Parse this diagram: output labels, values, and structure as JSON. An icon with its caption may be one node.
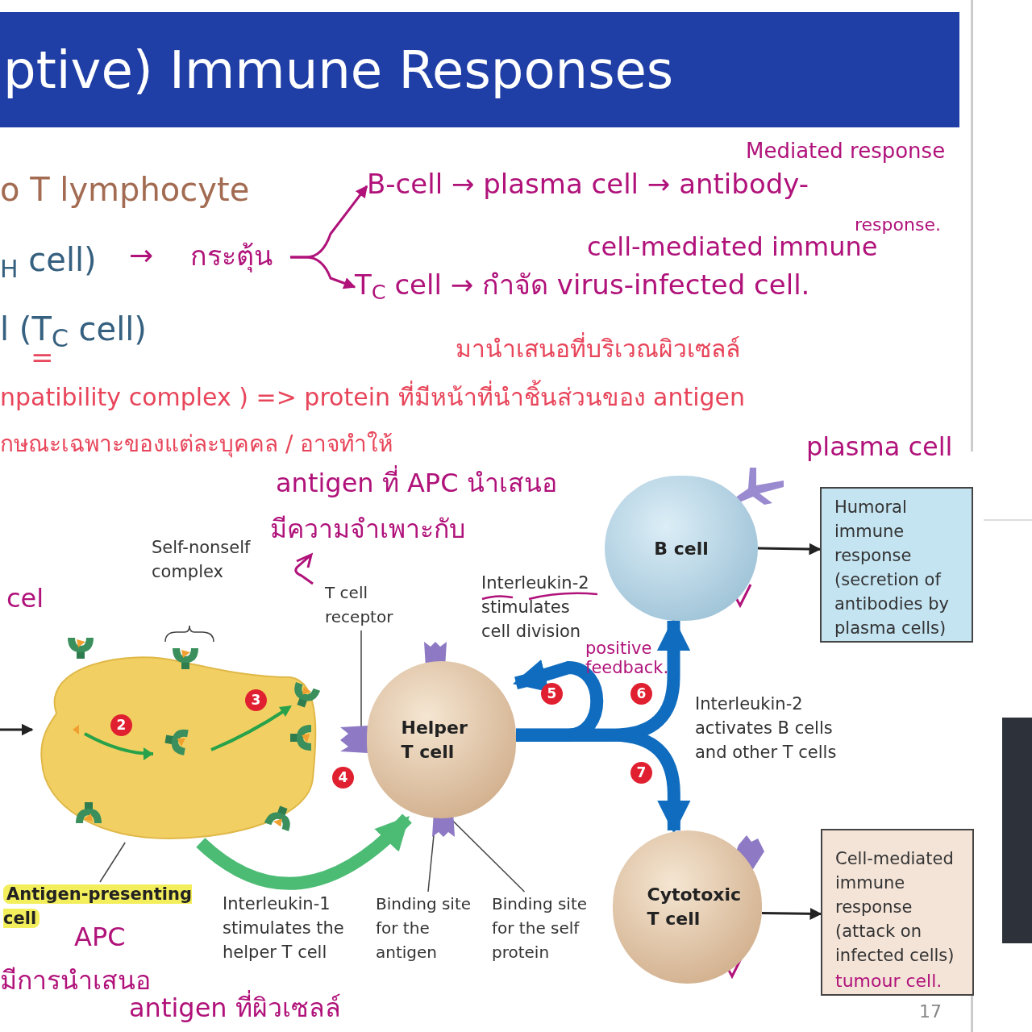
{
  "diagram": {
    "title": "ptive) Immune Responses",
    "nodes": [
      {
        "text": [],
        "shape": "picture"
      },
      {
        "text": [
          "Helper T cell"
        ]
      },
      {
        "text": [
          "B cell"
        ]
      },
      {
        "text": [
          "Humoral immune response (secretion of antibodies by plasma cells)"
        ]
      },
      {
        "text": [
          "Cytotoxic T cell"
        ]
      },
      {
        "text": [
          "Cell-mediated immune response (attack on infected cells)"
        ]
      },
      {
        "text": [
          "Antigen-presenting cell"
        ]
      },
      {
        "text": [
          "T cell receptor"
        ]
      },
      {
        "text": [
          "Binding site for the antigen"
        ]
      },
      {
        "text": [
          "Binding site for the self protein"
        ]
      },
      {
        "text": [
          "กระตุ้น"
        ]
      },
      {
        "text": [
          "B-cell → plasma cell → antibody-"
        ]
      },
      {
        "text": [
          "T$_{C}$ cell → กำจัด virus-infected cell."
        ]
      }
    ],
    "edges": [
      {
        "from": null,
        "to": 0,
        "arrow": "to"
      },
      {
        "from": 0,
        "to": 1,
        "arrow": "to",
        "style": "thick",
        "color": "#4cbb74"
      },
      {
        "from": 1,
        "to": 1,
        "arrow": "to",
        "style": "thick",
        "color": "#0f6cbf"
      },
      {
        "from": 1,
        "to": 2,
        "arrow": "to",
        "style": "thick",
        "color": "#0f6cbf"
      },
      {
        "from": 1,
        "to": 4,
        "arrow": "to",
        "style": "thick",
        "color": "#0f6cbf"
      },
      {
        "from": 2,
        "to": 3,
        "arrow": "to"
      },
      {
        "from": 4,
        "to": 5,
        "arrow": "to"
      },
      {
        "from": 6,
        "to": 0,
        "arrow": "none"
      },
      {
        "from": 7,
        "to": 1,
        "arrow": "none"
      },
      {
        "from": 8,
        "to": 1,
        "arrow": "none"
      },
      {
        "from": 9,
        "to": 1,
        "arrow": "none"
      },
      {
        "from": 10,
        "to": 11,
        "arrow": "to",
        "color": "#b0127a"
      },
      {
        "from": 10,
        "to": 12,
        "arrow": "to",
        "color": "#b0127a"
      }
    ],
    "labels": [
      "o T lymphocyte",
      "Mediated response",
      "$_{H}$ cell)",
      "→",
      "response.",
      "cell-mediated immune",
      "l (T$_{C}$ cell)",
      "=",
      "มานำเสนอที่บริเวณผิวเซลล์",
      "npatibility complex ) => protein ที่มีหน้าที่นำชิ้นส่วนของ antigen",
      "กษณะเฉพาะของแต่ละบุคคล / อาจทำให้",
      "plasma cell",
      "antigen ที่ APC นำเสนอ",
      "มีความจำเพาะกับ",
      "Self-nonself complex",
      "cel",
      "Interleukin-2 stimulates cell division",
      "positive feedback.",
      "Interleukin-2 activates B cells and other T cells",
      "2",
      "3",
      "4",
      "5",
      "6",
      "7",
      "Interleukin-1 stimulates the helper T cell",
      "APC",
      "มีการนำเสนอ",
      "antigen ที่ผิวเซลล์",
      "tumour cell.",
      "17"
    ]
  }
}
